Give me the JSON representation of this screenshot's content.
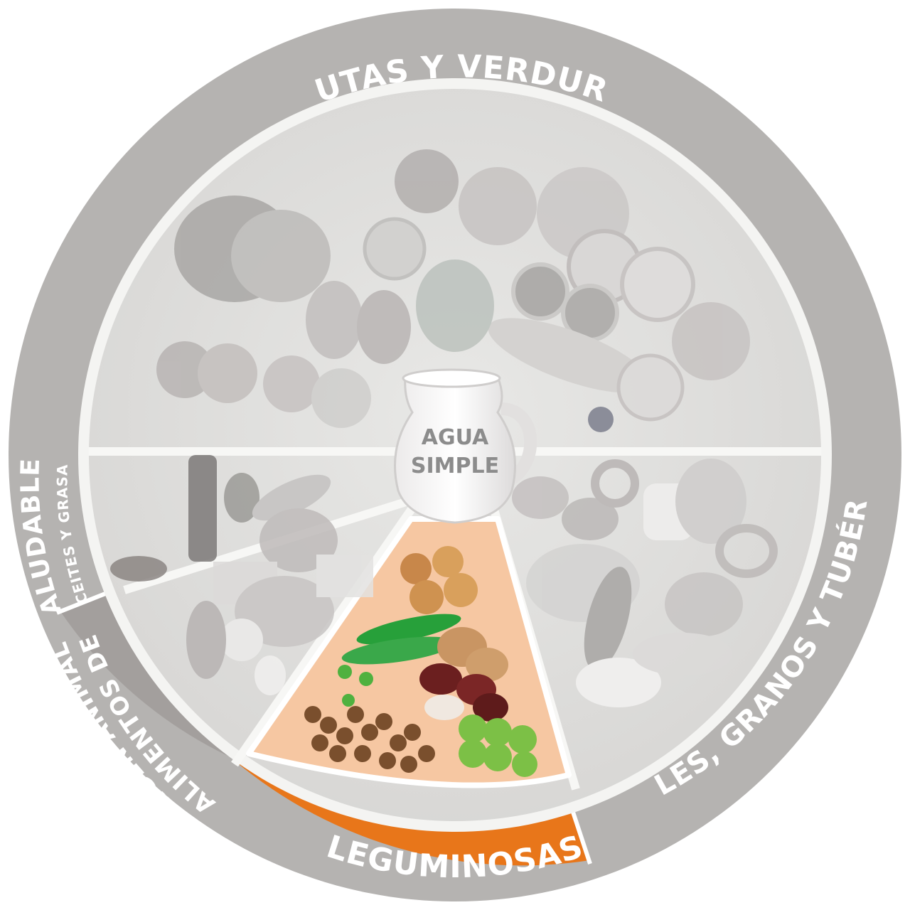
{
  "plate": {
    "sections": [
      {
        "id": "frutas",
        "label": "FRUTAS Y VERDURAS",
        "highlighted": false
      },
      {
        "id": "cereales",
        "label": "CEREALES, GRANOS Y TUBÉRCULOS",
        "highlighted": false
      },
      {
        "id": "leguminosas",
        "label": "LEGUMINOSAS",
        "highlighted": true
      },
      {
        "id": "animal",
        "label_line1": "ALIMENTOS DE",
        "label_line2": "ORIGEN ANIMAL",
        "highlighted": false
      },
      {
        "id": "aceites",
        "label_line1": "ACEITES Y GRASAS",
        "label_line2": "SALUDABLES",
        "highlighted": false
      }
    ],
    "center": {
      "line1": "AGUA",
      "line2": "SIMPLE"
    }
  },
  "colors": {
    "ring_gray": "#b5b3b1",
    "ring_dark_gray": "#a39f9d",
    "highlight_orange": "#e8761a",
    "highlight_fill": "#f6c7a2",
    "plate_light": "#e3e3e1",
    "plate_rim": "#f4f4f2"
  }
}
